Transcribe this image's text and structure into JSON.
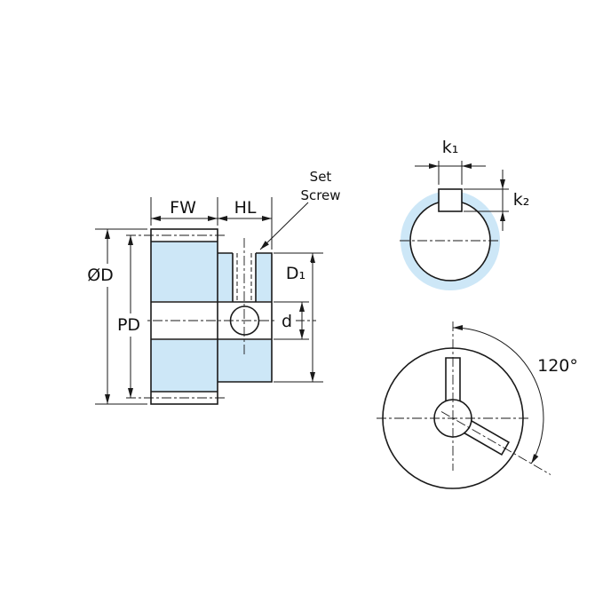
{
  "figure": {
    "background": "#ffffff",
    "line_color": "#1a1a1a",
    "section_fill_color": "#cde7f7"
  },
  "side_view": {
    "dims": {
      "face_width": "FW",
      "hub_length": "HL",
      "outside_diameter": "ØD",
      "pitch_diameter": "PD",
      "hub_diameter": "D₁",
      "bore_diameter": "d"
    },
    "callouts": {
      "set_screw_line1": "Set",
      "set_screw_line2": "Screw"
    }
  },
  "keyway_detail_view": {
    "dims": {
      "keyway_width": "k₁",
      "keyway_depth": "k₂"
    }
  },
  "front_view": {
    "dims": {
      "set_screw_angle": "120°"
    }
  }
}
